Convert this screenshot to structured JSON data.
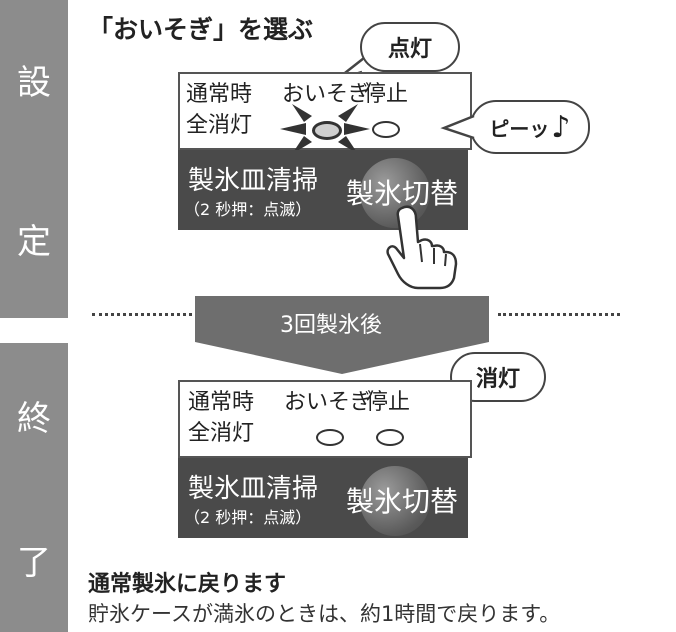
{
  "sidebar_top": {
    "chars": [
      "設",
      "定"
    ]
  },
  "sidebar_bottom": {
    "chars": [
      "終",
      "了"
    ]
  },
  "step_title": "「おいそぎ」を選ぶ",
  "bubble_on": "点灯",
  "bubble_off": "消灯",
  "sound_bubble": "ピーッ",
  "panel": {
    "row1": [
      "通常時",
      "おいそぎ",
      "停止"
    ],
    "row2": "全消灯",
    "dark_left_line1": "製氷皿清掃",
    "dark_left_line2": "（2 秒押：点滅）",
    "dark_right": "製氷切替"
  },
  "arrow_label": "3回製氷後",
  "footer": {
    "heading": "通常製氷に戻ります",
    "note": "貯氷ケースが満氷のときは、約1時間で戻ります。"
  },
  "colors": {
    "sidebar": "#8c8c8c",
    "dark_panel": "#4a4a4a",
    "arrow": "#6e6e6e"
  }
}
